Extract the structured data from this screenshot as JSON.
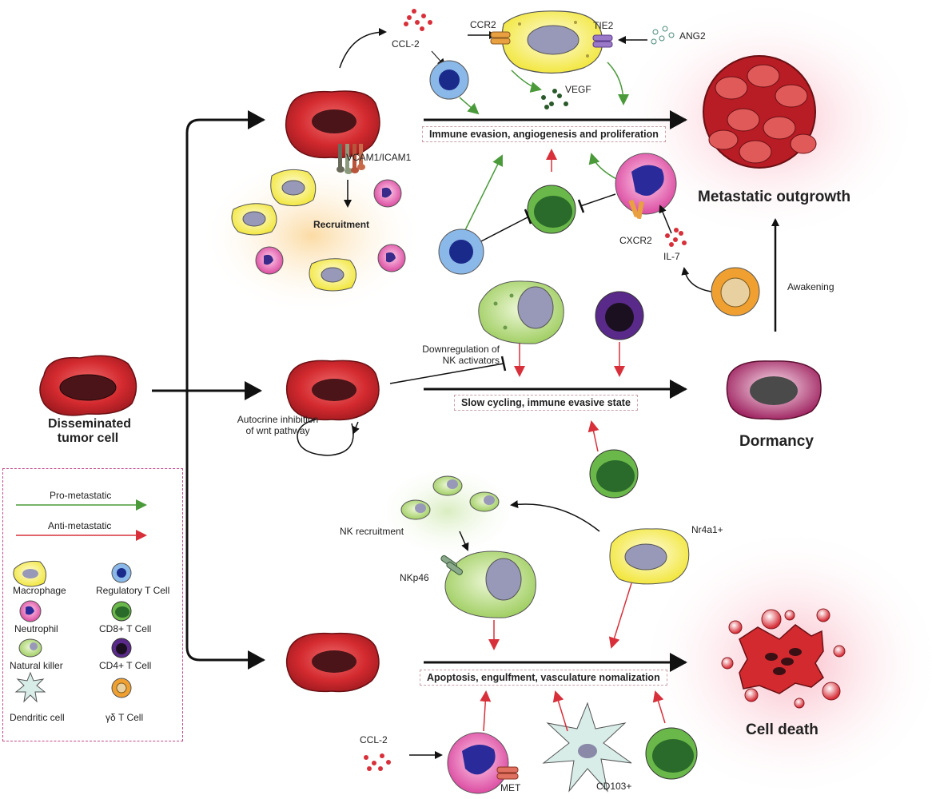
{
  "source_cell": {
    "label_line1": "Disseminated",
    "label_line2": "tumor cell"
  },
  "outcomes": {
    "metastatic": {
      "title": "Metastatic outgrowth",
      "box": "Immune evasion, angiogenesis and proliferation"
    },
    "dormancy": {
      "title": "Dormancy",
      "box": "Slow cycling, immune evasive state"
    },
    "death": {
      "title": "Cell death",
      "box": "Apoptosis, engulfment, vasculature nomalization"
    }
  },
  "labels": {
    "ccl2_top": "CCL-2",
    "ccr2": "CCR2",
    "tie2": "TIE2",
    "ang2": "ANG2",
    "vegf": "VEGF",
    "vcam": "VCAM1/ICAM1",
    "recruitment": "Recruitment",
    "cxcr2": "CXCR2",
    "il7": "IL-7",
    "awakening": "Awakening",
    "downreg_1": "Downregulation of",
    "downreg_2": "NK activators",
    "autocrine_1": "Autocrine inhibition",
    "autocrine_2": "of wnt pathway",
    "nk_recruitment": "NK recruitment",
    "nr4a1": "Nr4a1+",
    "nkp46": "NKp46",
    "ccl2_bottom": "CCL-2",
    "met": "MET",
    "cd103": "CD103+"
  },
  "legend": {
    "pro": "Pro-metastatic",
    "anti": "Anti-metastatic",
    "macrophage": "Macrophage",
    "treg": "Regulatory T Cell",
    "neutrophil": "Neutrophil",
    "cd8": "CD8+ T Cell",
    "nk": "Natural killer",
    "cd4": "CD4+ T Cell",
    "dendritic": "Dendritic cell",
    "gd": "γδ T Cell"
  },
  "colors": {
    "pro_metastatic": "#4a9a3a",
    "anti_metastatic": "#d8303a",
    "tumor": "#c4262c",
    "macrophage": "#f4ec3c",
    "neutrophil": "#e04aa0",
    "treg": "#2a5aa8",
    "cd8": "#3a8a30",
    "nk": "#a8d468",
    "cd4": "#5a2a8a",
    "gd_t": "#f0a030",
    "dendritic": "#d8ece8",
    "legend_border": "#c04a8a"
  }
}
